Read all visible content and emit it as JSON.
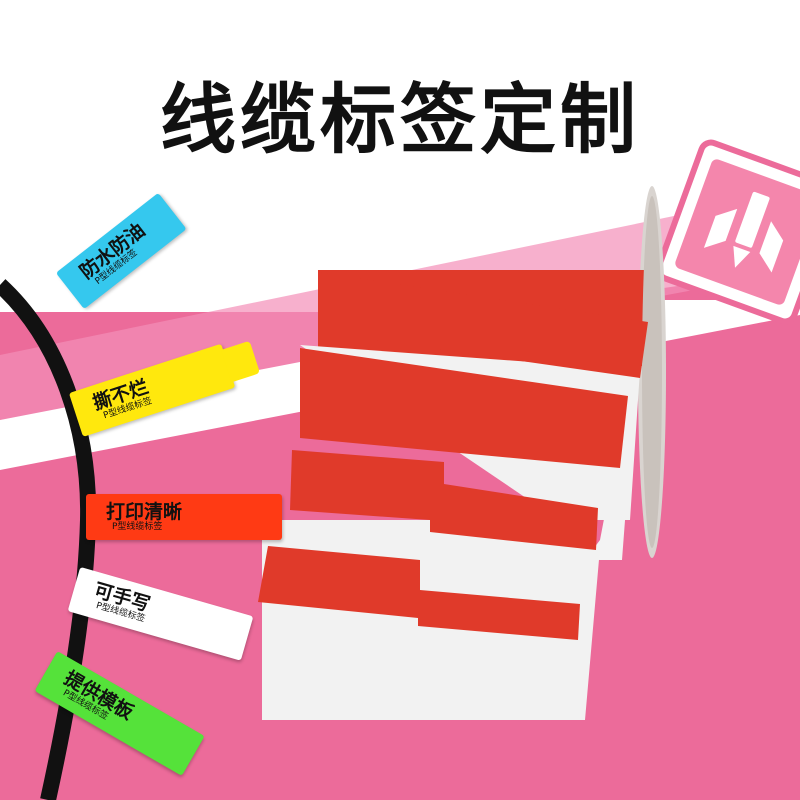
{
  "headline": "线缆标签定制",
  "colors": {
    "pink": "#ec6b9a",
    "pink_light": "#f48fb8",
    "label_red": "#e03a2a",
    "cyan": "#35c8ee",
    "yellow": "#ffe80d",
    "orange_red": "#ff3a14",
    "white": "#ffffff",
    "green": "#55e23a"
  },
  "icon": {
    "name": "pencil-edit-icon"
  },
  "tags": [
    {
      "main": "防水防油",
      "sub": "P型线缆标签",
      "color": "cyan"
    },
    {
      "main": "撕不烂",
      "sub": "P型线缆标签",
      "color": "yellow"
    },
    {
      "main": "打印清晰",
      "sub": "P型线缆标签",
      "color": "orange_red"
    },
    {
      "main": "可手写",
      "sub": "P型线缆标签",
      "color": "white"
    },
    {
      "main": "提供模板",
      "sub": "P型线缆标签",
      "color": "green"
    }
  ]
}
